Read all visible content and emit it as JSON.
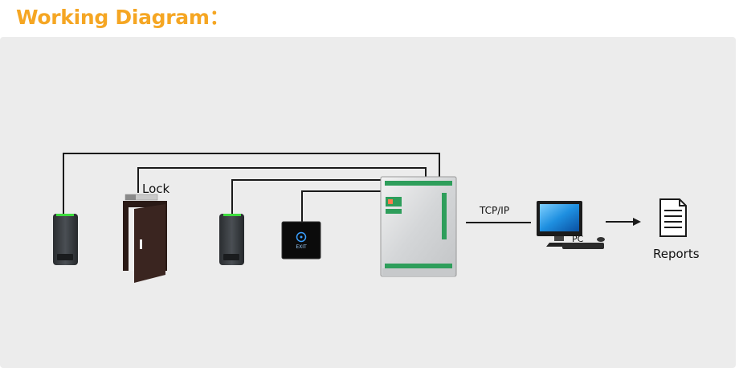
{
  "header": {
    "title": "Working Diagram："
  },
  "diagram": {
    "labels": {
      "lock": "Lock",
      "tcp_ip": "TCP/IP",
      "pc": "PC",
      "reports": "Reports",
      "exit": "EXIT"
    },
    "nodes": [
      {
        "id": "card-reader-1",
        "icon": "card-reader-icon"
      },
      {
        "id": "door",
        "icon": "door-icon"
      },
      {
        "id": "lock",
        "icon": "magnetic-lock-icon"
      },
      {
        "id": "card-reader-2",
        "icon": "card-reader-icon"
      },
      {
        "id": "exit-button",
        "icon": "exit-button-icon"
      },
      {
        "id": "controller",
        "icon": "access-controller-board-icon"
      },
      {
        "id": "pc",
        "icon": "computer-icon"
      },
      {
        "id": "reports",
        "icon": "document-icon"
      }
    ],
    "edges": [
      {
        "from": "card-reader-1",
        "to": "controller"
      },
      {
        "from": "lock",
        "to": "controller"
      },
      {
        "from": "card-reader-2",
        "to": "controller"
      },
      {
        "from": "exit-button",
        "to": "controller"
      },
      {
        "from": "controller",
        "to": "pc",
        "label": "TCP/IP"
      },
      {
        "from": "pc",
        "to": "reports",
        "arrow": true
      }
    ],
    "colors": {
      "title": "#f5a623",
      "panel_bg": "#ececec",
      "wire": "#1a1a1a",
      "reader_led": "#3ddc3d",
      "pcb_green": "#2e9e5b",
      "exit_led": "#3aa0ff"
    }
  }
}
